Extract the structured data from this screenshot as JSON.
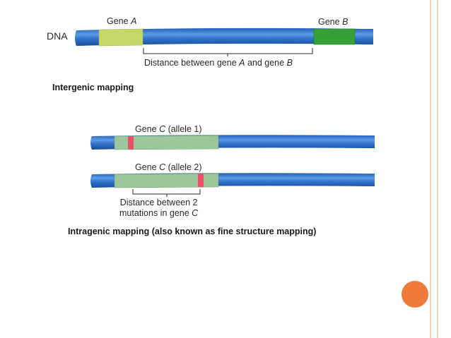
{
  "diagram1": {
    "dna_label": "DNA",
    "gene_a_prefix": "Gene ",
    "gene_a_italic": "A",
    "gene_b_prefix": "Gene ",
    "gene_b_italic": "B",
    "distance_prefix": "Distance between gene ",
    "distance_a": "A",
    "distance_mid": " and gene ",
    "distance_b": "B",
    "caption": "Intergenic mapping"
  },
  "diagram2": {
    "allele1_prefix": "Gene ",
    "allele1_italic": "C",
    "allele1_suffix": " (allele 1)",
    "allele2_prefix": "Gene ",
    "allele2_italic": "C",
    "allele2_suffix": " (allele 2)",
    "distance_line1": "Distance between 2",
    "distance_line2_prefix": "mutations in gene ",
    "distance_line2_italic": "C",
    "caption": "Intragenic mapping (also known as fine structure mapping)"
  },
  "colors": {
    "dna_blue": "#2b6fc4",
    "dna_highlight": "#63a3e8",
    "gene_a_yellow": "#c8d86a",
    "gene_b_green": "#3aa33a",
    "gene_c_green": "#9cc79c",
    "mutation_red": "#e8506b",
    "accent_orange": "#f07a3a",
    "border_line": "#f2c9b3"
  }
}
